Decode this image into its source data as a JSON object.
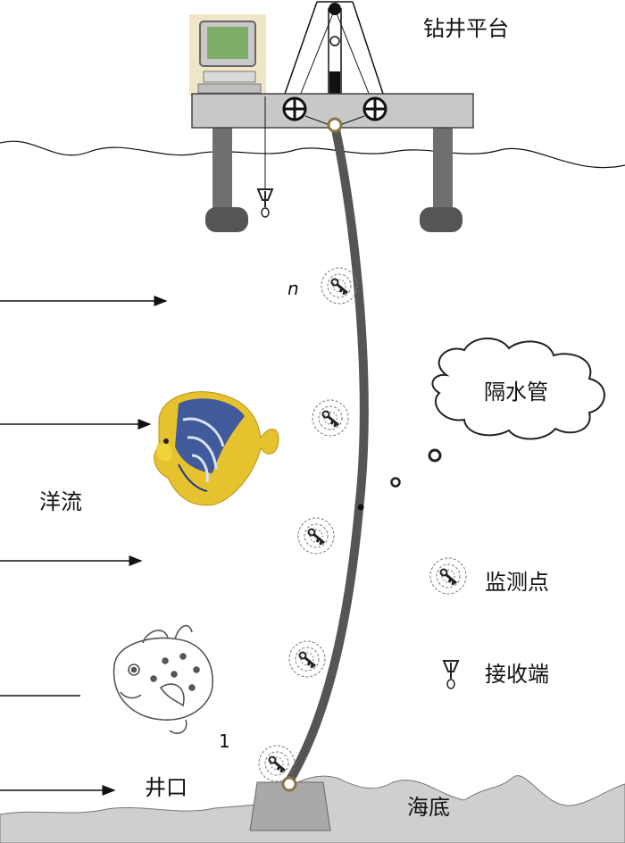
{
  "labels": {
    "platform": "钻井平台",
    "riser": "隔水管",
    "current": "洋流",
    "monitor_point": "监测点",
    "receiver": "接收端",
    "wellhead": "井口",
    "seabed": "海底",
    "index_top": "n",
    "index_bottom": "1"
  }
}
